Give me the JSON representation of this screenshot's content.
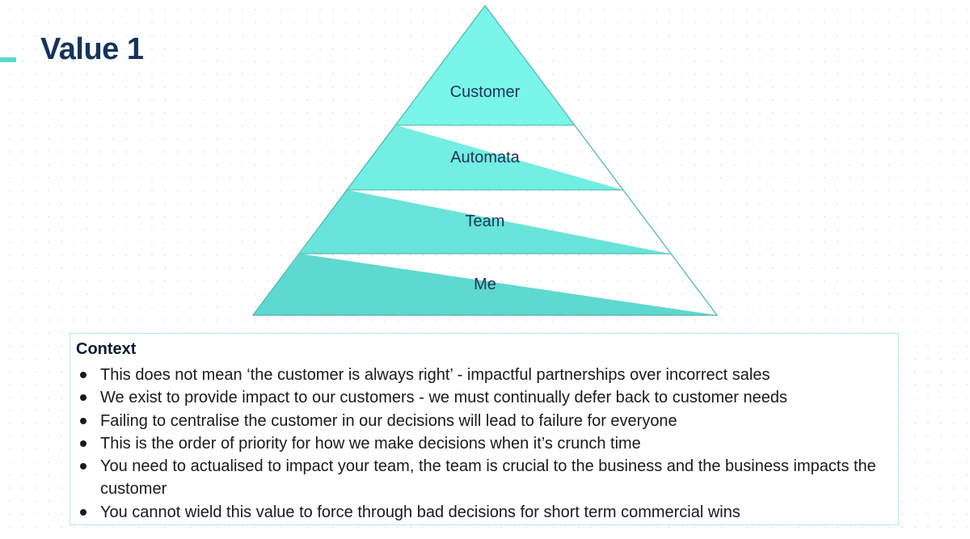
{
  "slide": {
    "title": "Value 1",
    "accent_color": "#57d9cf",
    "title_color": "#14345a"
  },
  "pyramid": {
    "tiers": [
      {
        "label": "Customer",
        "color": "#7af5ea"
      },
      {
        "label": "Automata",
        "color": "#73eee3"
      },
      {
        "label": "Team",
        "color": "#69e4da"
      },
      {
        "label": "Me",
        "color": "#5ed9cf"
      }
    ],
    "divider_color": "#45b5ab"
  },
  "context": {
    "heading": "Context",
    "items": [
      "This does not mean ‘the customer is always right’ - impactful partnerships over incorrect sales",
      "We exist to provide impact to our customers - we must continually defer back to customer needs",
      "Failing to centralise the customer in our decisions will lead to failure for everyone",
      "This is the order of priority for how we make decisions when it’s crunch time",
      "You need to actualised to impact your team, the team is crucial to the business and the business impacts the customer",
      "You cannot wield this value to force through bad decisions for short term commercial wins"
    ]
  }
}
